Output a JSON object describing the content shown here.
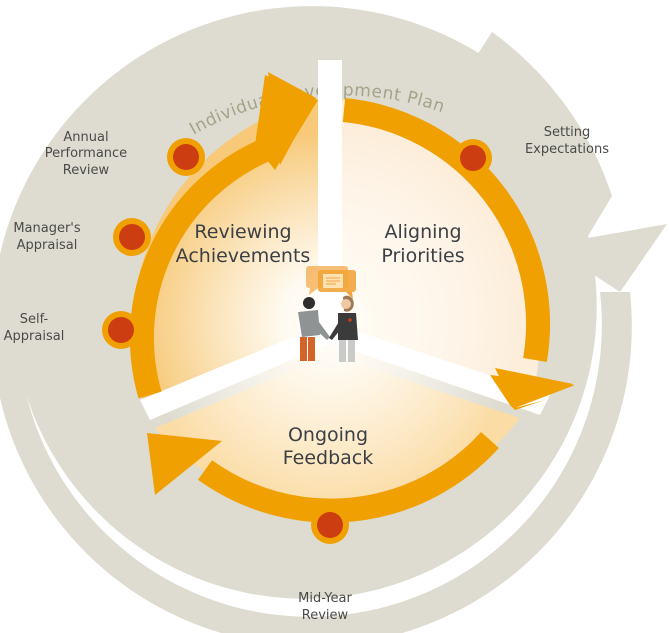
{
  "title": "Individual Development Plan",
  "segments": [
    {
      "line1": "Reviewing",
      "line2": "Achievements"
    },
    {
      "line1": "Aligning",
      "line2": "Priorities"
    },
    {
      "line1": "Ongoing",
      "line2": "Feedback"
    }
  ],
  "milestones": {
    "annual": [
      "Annual",
      "Performance",
      "Review"
    ],
    "manager": [
      "Manager's",
      "Appraisal"
    ],
    "self": [
      "Self-",
      "Appraisal"
    ],
    "setting": [
      "Setting",
      "Expectations"
    ],
    "midyear": [
      "Mid-Year",
      "Review"
    ]
  },
  "colors": {
    "ring_gray": "#dedcd0",
    "plan_text": "#a4a38a",
    "orange": "#f0a000",
    "dot": "#cc3d12",
    "fill_reviewing": "#f7c978",
    "fill_aligning": "#fdeedb",
    "fill_feedback": "#fbdca5"
  },
  "center_icons": [
    "chat-bubbles-icon",
    "handshake-people-icon"
  ]
}
